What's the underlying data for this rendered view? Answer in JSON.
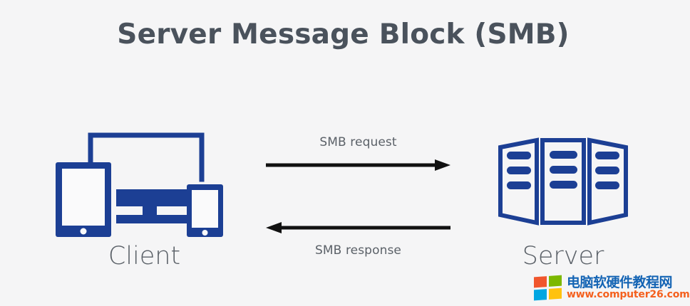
{
  "page": {
    "title": "Server Message Block (SMB)",
    "background_color": "#f5f5f6",
    "title_color": "#4a525c",
    "accent_blue": "#1c3f94",
    "label_color": "#5b6168",
    "arrow_color": "#111111"
  },
  "diagram": {
    "left_node": {
      "label": "Client",
      "icon": "devices-tablet-monitor-phone-icon"
    },
    "right_node": {
      "label": "Server",
      "icon": "server-rack-icon"
    },
    "flows": [
      {
        "label": "SMB request",
        "direction": "right",
        "label_position": "above"
      },
      {
        "label": "SMB response",
        "direction": "left",
        "label_position": "below"
      }
    ]
  },
  "watermark": {
    "site_name": "电脑软硬件教程网",
    "url": "www.computer26.com",
    "logo_colors": {
      "top_left": "#f0562d",
      "top_right": "#7cb800",
      "bottom_left": "#00a6e2",
      "bottom_right": "#ffc20e"
    }
  }
}
